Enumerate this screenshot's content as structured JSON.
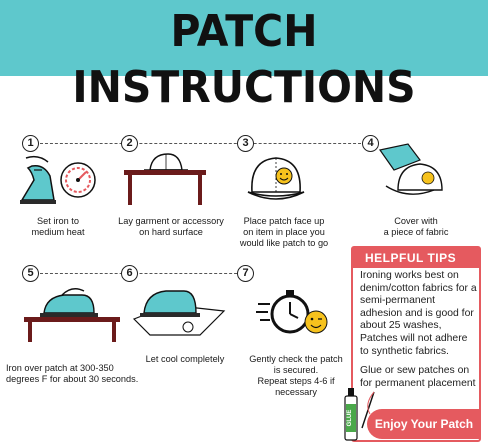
{
  "header": {
    "title": "PATCH INSTRUCTIONS",
    "background": "#5ec8cc"
  },
  "steps": [
    {
      "number": "1",
      "caption_lines": [
        "Set iron to",
        "medium heat"
      ]
    },
    {
      "number": "2",
      "caption_lines": [
        "Lay garment or accessory",
        "on hard surface"
      ]
    },
    {
      "number": "3",
      "caption_lines": [
        "Place patch face up",
        "on item in place you",
        "would like patch to go"
      ]
    },
    {
      "number": "4",
      "caption_lines": [
        "Cover with",
        "a piece of fabric"
      ]
    },
    {
      "number": "5",
      "caption_lines": [
        "Iron over patch at 300-350",
        "degrees F for about 30 seconds."
      ]
    },
    {
      "number": "6",
      "caption_lines": [
        "Let cool completely"
      ]
    },
    {
      "number": "7",
      "caption_lines": [
        "Gently check the patch",
        "is secured.",
        "Repeat steps 4-6 if necessary"
      ]
    }
  ],
  "tips": {
    "title": "HELPFUL TIPS",
    "paragraphs": [
      "Ironing works best on denim/cotton fabrics for a semi-permanent adhesion and is good for about 25 washes, Patches will not adhere to synthetic fabrics.",
      "Glue or sew patches on for permanent placement"
    ],
    "glue_label": "GLUE",
    "footer": "Enjoy Your Patch",
    "accent": "#e55a5f"
  },
  "icons": [
    "iron-icon",
    "heat-dial-icon",
    "table-icon",
    "cap-icon",
    "smiley-patch-icon",
    "fabric-icon",
    "stopwatch-icon",
    "glue-bottle-icon",
    "needle-icon"
  ]
}
